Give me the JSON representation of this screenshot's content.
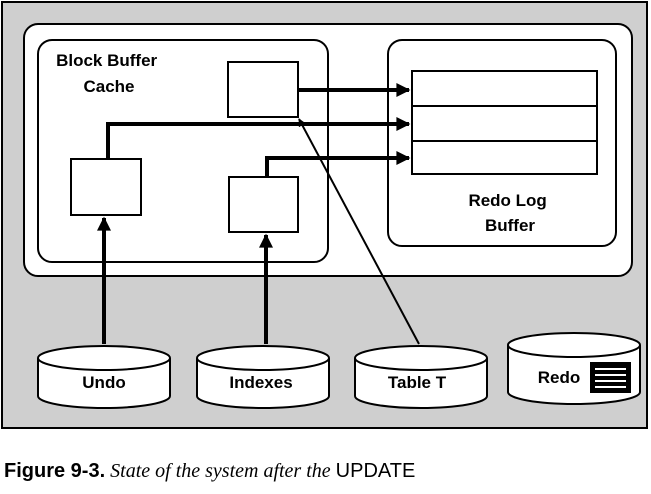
{
  "diagram": {
    "block_buffer_cache_label": [
      "Block Buffer",
      "Cache"
    ],
    "redo_log_buffer_label": [
      "Redo Log",
      "Buffer"
    ],
    "disks": {
      "undo": "Undo",
      "indexes": "Indexes",
      "table": "Table T",
      "redo": "Redo"
    }
  },
  "caption": {
    "number": "Figure 9-3.",
    "title": "State of the system after the",
    "code": "UPDATE"
  }
}
